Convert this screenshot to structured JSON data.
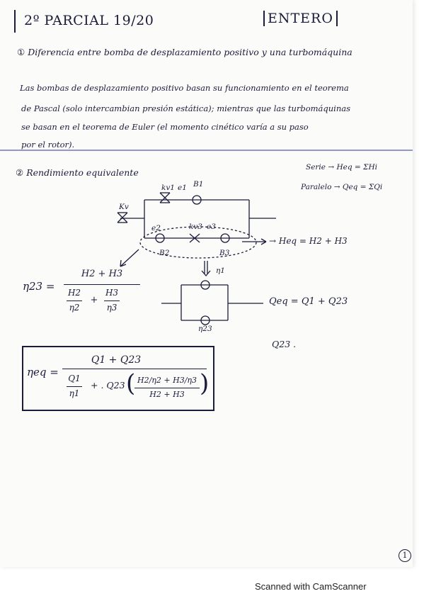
{
  "header": {
    "title": "2º PARCIAL 19/20",
    "badge": "ENTERO"
  },
  "section1": {
    "number": "①",
    "title": "Diferencia entre bomba de desplazamiento positivo y una turbomáquina",
    "lines": [
      "Las bombas de desplazamiento positivo basan su funcionamiento en el teorema",
      "de Pascal (solo intercambian presión estática); mientras que las turbomáquinas",
      "se basan en el teorema de Euler (el momento cinético varía a su paso",
      "por el rotor)."
    ]
  },
  "section2": {
    "number": "②",
    "title": "Rendimiento equivalente",
    "serie_rule": "Serie → Heq = ΣHi",
    "paralelo_rule": "Paralelo → Qeq = ΣQi",
    "labels": {
      "kv1": "kv1",
      "e1": "e1",
      "b1": "B1",
      "kv": "Kv",
      "e2": "e2",
      "kv3": "kv3",
      "e3": "e3",
      "b2": "B2",
      "b3": "B3",
      "heq": "→ Heq = H2 + H3",
      "eta1": "η1",
      "eta23": "η23",
      "qeq": "Qeq = Q1 + Q23",
      "q23": "Q23 ."
    },
    "eta23_formula": {
      "lhs": "η23 =",
      "num": "H2  +  H3",
      "den_a_num": "H2",
      "den_a_den": "η2",
      "plus": "+",
      "den_b_num": "H3",
      "den_b_den": "η3"
    },
    "etaeq_formula": {
      "lhs": "ηeq =",
      "num": "Q1   + Q23",
      "den_a_num": "Q1",
      "den_a_den": "η1",
      "plus": "+ . Q23",
      "inner_num": "H2/η2 + H3/η3",
      "inner_den": "H2 + H3"
    }
  },
  "footer": {
    "page_number": "1",
    "scanner": "Scanned with CamScanner"
  }
}
